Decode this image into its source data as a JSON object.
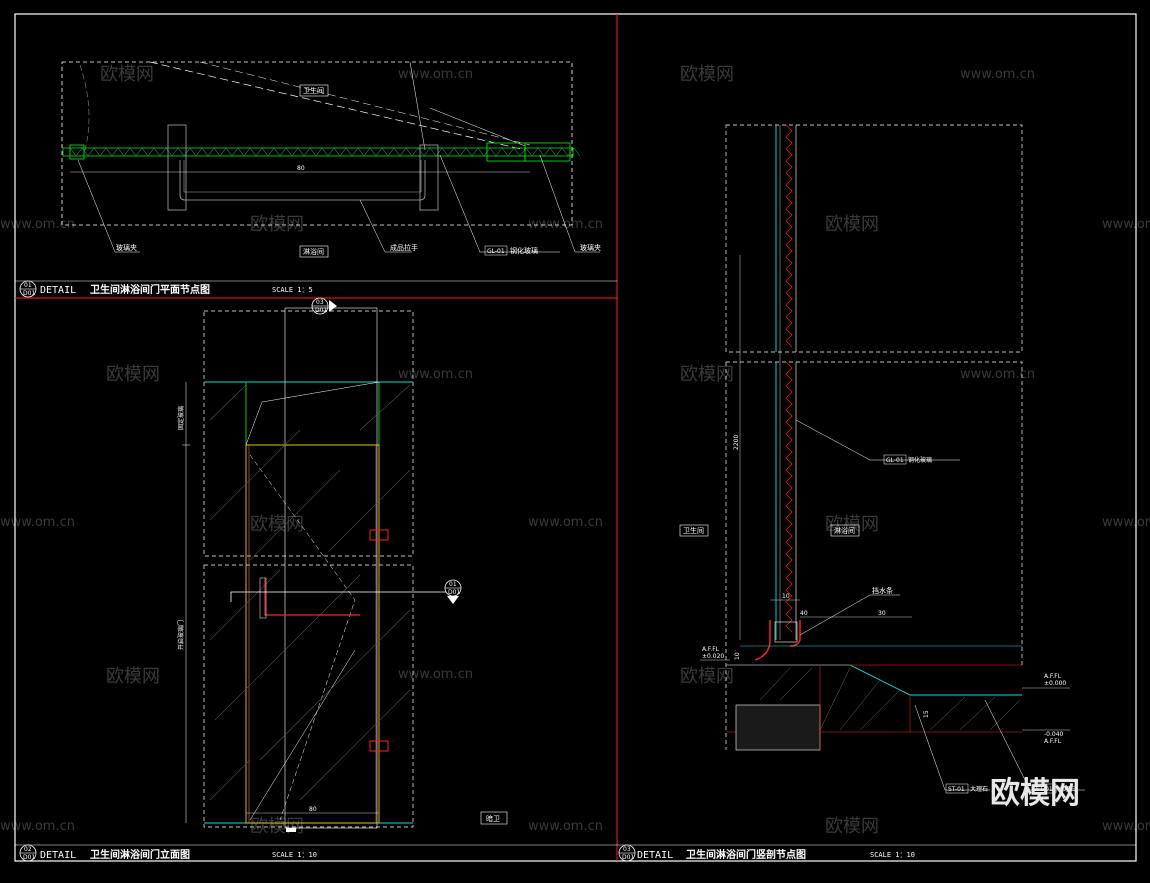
{
  "watermark": {
    "brand": "欧模网",
    "url": "www.om.cn"
  },
  "panels": {
    "plan": {
      "detail_no_top": "01",
      "detail_no_bottom": "D01",
      "detail_word": "DETAIL",
      "title": "卫生间淋浴间门平面节点图",
      "scale": "SCALE  1：5",
      "room_top": "卫生间",
      "room_bottom": "淋浴间",
      "dim": "80",
      "callouts": [
        "玻璃夹",
        "成品拉手",
        "钢化玻璃",
        "玻璃夹"
      ],
      "callout_tag": "GL-01"
    },
    "elevation": {
      "detail_no_top": "02",
      "detail_no_bottom": "D01",
      "detail_word": "DETAIL",
      "title": "卫生间淋浴间门立面图",
      "scale": "SCALE  1：10",
      "section_mark": "01",
      "section_mark_sub": "D01",
      "section_mark_top": "03",
      "section_mark_top_sub": "D01",
      "room": "暗卫",
      "dim_bottom": "80",
      "dim_side_upper": "固定玻璃",
      "dim_side_lower": "开启玻璃门"
    },
    "section": {
      "detail_no_top": "03",
      "detail_no_bottom": "D01",
      "detail_word": "DETAIL",
      "title": "卫生间淋浴间门竖剖节点图",
      "scale": "SCALE  1：10",
      "room_left": "卫生间",
      "room_right": "淋浴间",
      "callout_glass": "GL-01",
      "callout_glass_text": "钢化玻璃",
      "callout_strip": "挡水条",
      "callout_bottom_left": "ST-01",
      "callout_bottom_left_text": "大理石",
      "callout_bottom_right": "ST-01",
      "callout_bottom_right_text": "大理石",
      "level_left_a": "A.F.FL",
      "level_left_b": "±0.020",
      "level_right_a": "A.F.FL",
      "level_right_b": "±0.000",
      "level_right_c": "-0.040",
      "level_right_d": "A.F.FL",
      "dim_a": "10",
      "dim_b": "40",
      "dim_c": "30",
      "dim_d": "10",
      "dim_e": "2200",
      "dim_f": "15"
    }
  },
  "colors": {
    "frame": "#ff2020",
    "border": "#ffffff",
    "cyan": "#00e5e5",
    "green": "#00e000",
    "yellow": "#e0d000",
    "red": "#ff2020",
    "gray": "#888888"
  }
}
